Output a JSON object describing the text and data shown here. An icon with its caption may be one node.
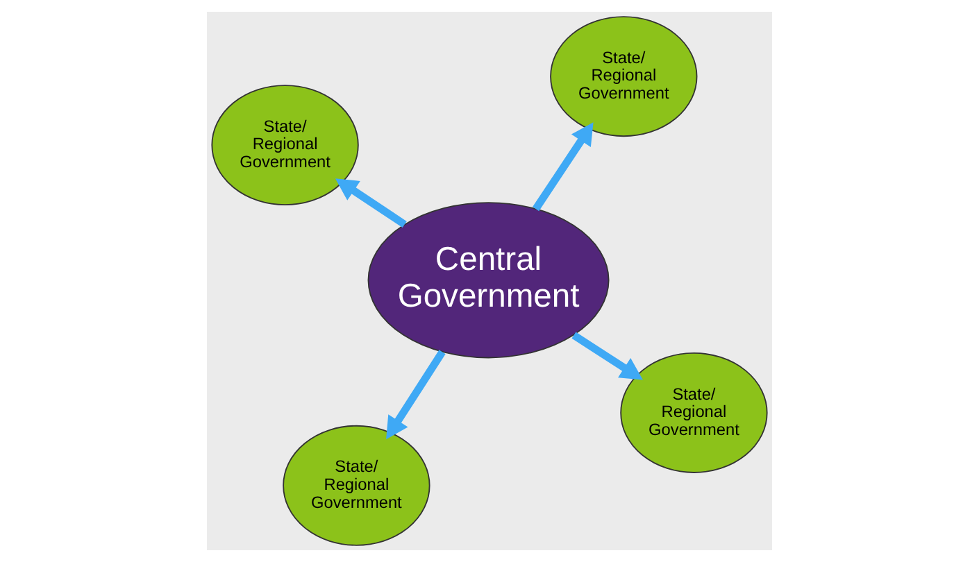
{
  "diagram": {
    "nodes": [
      {
        "text": [
          "Central Government"
        ]
      },
      {
        "text": [
          "State/ Regional Government"
        ]
      },
      {
        "text": [
          "State/ Regional Government"
        ]
      },
      {
        "text": [
          "State/ Regional Government"
        ]
      },
      {
        "text": [
          "State/ Regional Government"
        ]
      }
    ],
    "edges": [
      {
        "from": 0,
        "to": 1,
        "arrow": "to"
      },
      {
        "from": 0,
        "to": 2,
        "arrow": "to"
      },
      {
        "from": 0,
        "to": 3,
        "arrow": "to"
      },
      {
        "from": 0,
        "to": 4,
        "arrow": "to"
      }
    ]
  }
}
